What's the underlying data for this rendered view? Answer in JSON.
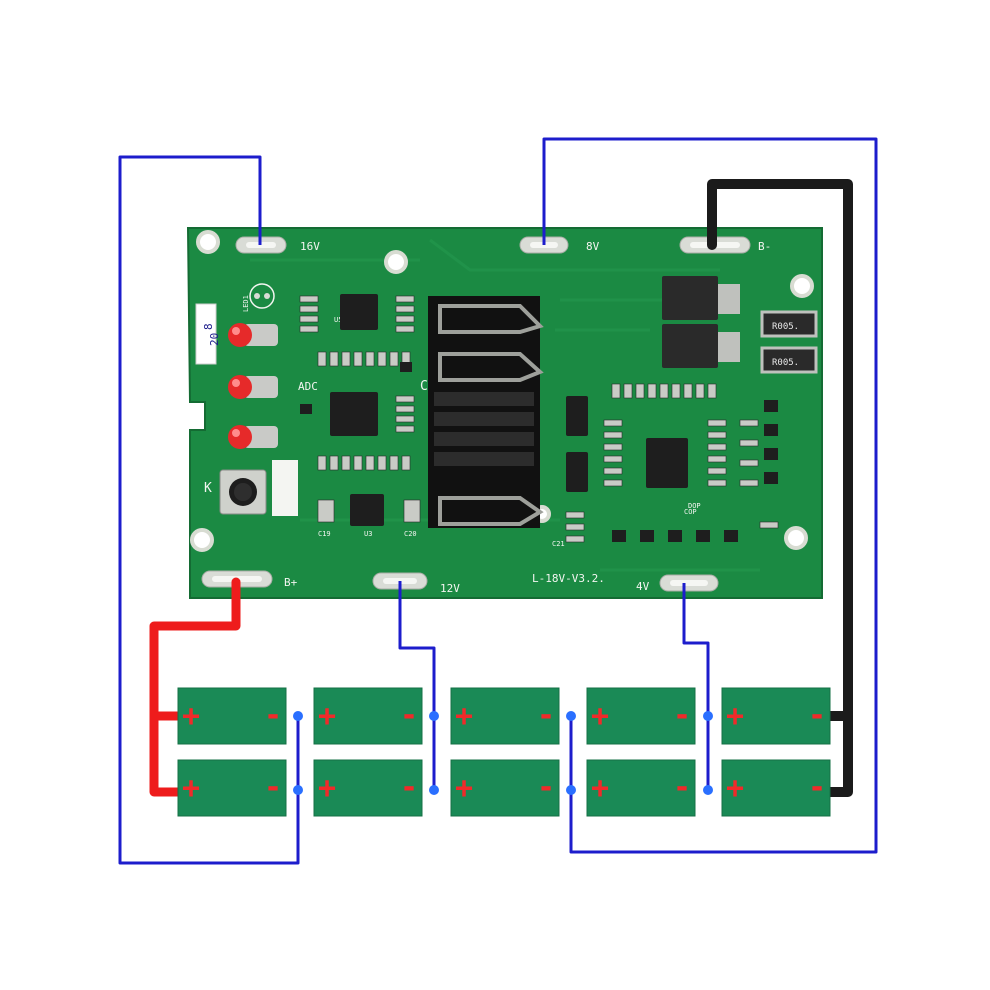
{
  "board": {
    "silk_color": "#f2f5f0",
    "pcb_color": "#1b8a43",
    "labels": {
      "pad_16v": "16V",
      "pad_8v": "8V",
      "pad_bminus": "B-",
      "pad_bplus": "B+",
      "pad_12v": "12V",
      "pad_4v": "4V",
      "version": "L-18V-V3.2.",
      "adc": "ADC",
      "c": "C",
      "k": "K",
      "led": "LED1",
      "sticker": "20",
      "sticker2": "8",
      "r005_top": "R005.",
      "r005_bottom": "R005.",
      "u3": "U3",
      "u5": "U5",
      "c19": "C19",
      "c20": "C20",
      "c21": "C21",
      "dop": "DOP",
      "cop": "COP"
    }
  },
  "cells": {
    "color": "#1a8a56",
    "plus_symbol": "+",
    "minus_symbol": "-",
    "rows": 2,
    "columns": 5
  },
  "wires": {
    "balance_color": "#1d1dcc",
    "positive_color": "#ee1c1c",
    "negative_color": "#1b1b1b"
  }
}
